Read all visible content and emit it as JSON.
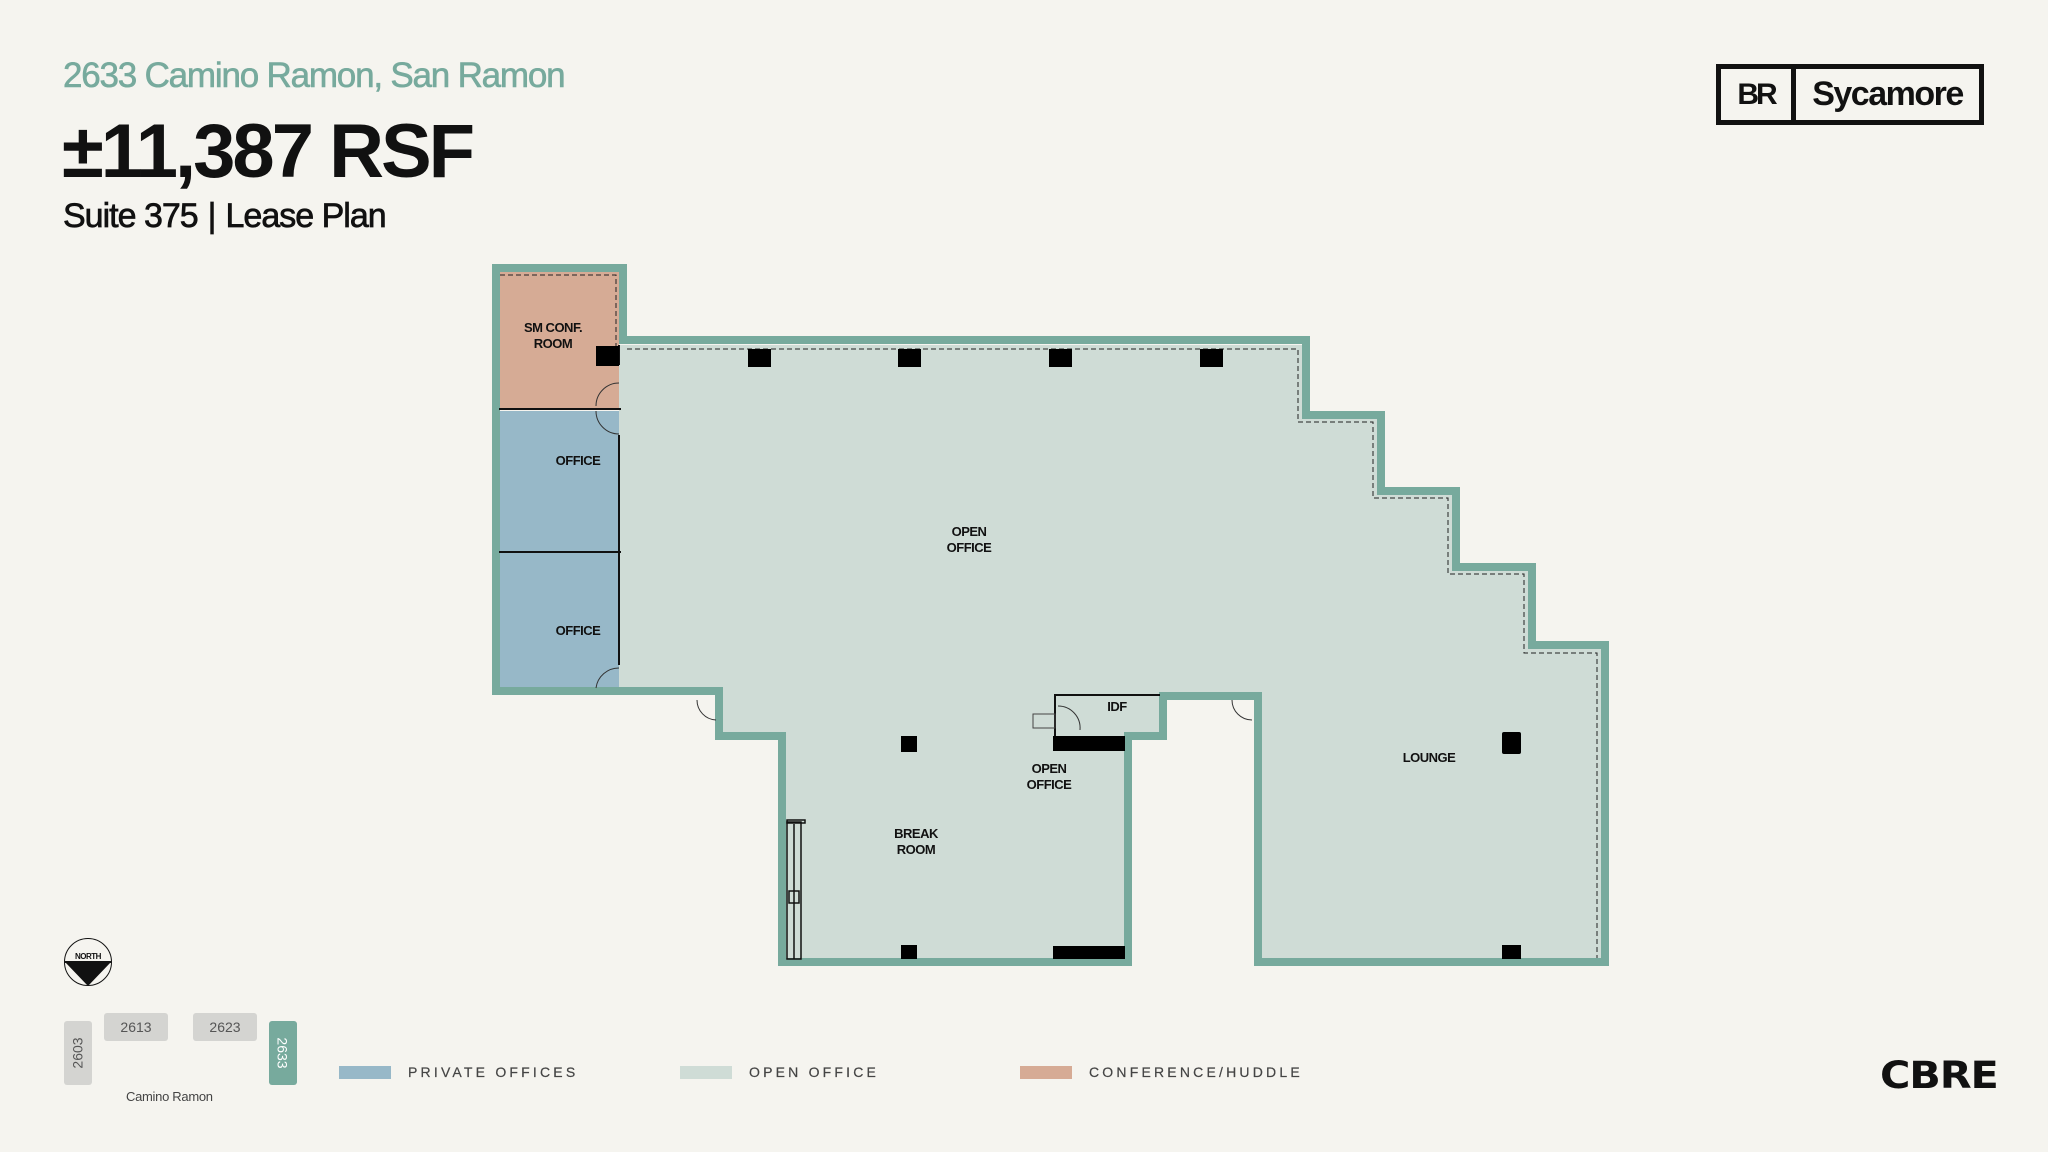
{
  "header": {
    "address": "2633 Camino Ramon, San Ramon",
    "area": "±11,387 RSF",
    "suite": "Suite 375",
    "separator": "|",
    "plan_type": "Lease Plan"
  },
  "brand": {
    "monogram": "BR",
    "name": "Sycamore",
    "broker": "CBRE"
  },
  "rooms": [
    {
      "id": "sm-conf-room",
      "line1": "SM CONF.",
      "line2": "ROOM",
      "type": "conference"
    },
    {
      "id": "office-1",
      "line1": "OFFICE",
      "type": "private"
    },
    {
      "id": "office-2",
      "line1": "OFFICE",
      "type": "private"
    },
    {
      "id": "open-office-main",
      "line1": "OPEN",
      "line2": "OFFICE",
      "type": "open"
    },
    {
      "id": "idf",
      "line1": "IDF",
      "type": "open"
    },
    {
      "id": "open-office-small",
      "line1": "OPEN",
      "line2": "OFFICE",
      "type": "open"
    },
    {
      "id": "break-room",
      "line1": "BREAK",
      "line2": "ROOM",
      "type": "open"
    },
    {
      "id": "lounge",
      "line1": "LOUNGE",
      "type": "open"
    }
  ],
  "legend": [
    {
      "label": "PRIVATE OFFICES",
      "color": "#97b8c8"
    },
    {
      "label": "OPEN OFFICE",
      "color": "#cfdcd6"
    },
    {
      "label": "CONFERENCE/HUDDLE",
      "color": "#d6ab95"
    }
  ],
  "colors": {
    "wall": "#77aa9d",
    "background": "#f5f4ef",
    "private": "#97b8c8",
    "open": "#cfdcd6",
    "conference": "#d6ab95",
    "accent_text": "#77aa9d"
  },
  "site_map": {
    "north_label": "NORTH",
    "buildings": [
      "2603",
      "2613",
      "2623",
      "2633"
    ],
    "highlighted": "2633",
    "street": "Camino Ramon"
  }
}
